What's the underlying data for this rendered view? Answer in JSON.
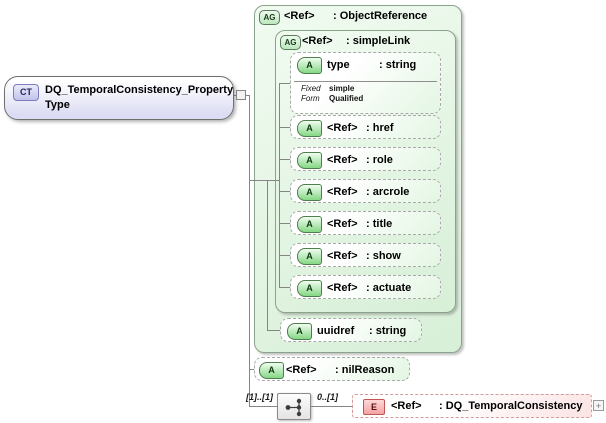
{
  "colors": {
    "ct_fill": "#dcdcf4",
    "group_fill": "#d7efd7",
    "group_border": "#8ba28b",
    "attr_badge_green": "#86d786",
    "element_fill": "#fbe3e3",
    "element_border": "#c05555",
    "line": "#858585"
  },
  "ct_box": {
    "badge": "CT",
    "title_line1": "DQ_TemporalConsistency_Property",
    "title_line2": "Type"
  },
  "object_reference": {
    "badge": "AG",
    "name": "<Ref>",
    "type": ": ObjectReference"
  },
  "simple_link": {
    "badge": "AG",
    "name": "<Ref>",
    "type": ": simpleLink"
  },
  "type_attr": {
    "badge": "A",
    "name": "type",
    "type": ": string",
    "facets": [
      {
        "label": "Fixed",
        "value": "simple"
      },
      {
        "label": "Form",
        "value": "Qualified"
      }
    ]
  },
  "link_attrs": [
    {
      "badge": "A",
      "name": "<Ref>",
      "type": ": href"
    },
    {
      "badge": "A",
      "name": "<Ref>",
      "type": ": role"
    },
    {
      "badge": "A",
      "name": "<Ref>",
      "type": ": arcrole"
    },
    {
      "badge": "A",
      "name": "<Ref>",
      "type": ": title"
    },
    {
      "badge": "A",
      "name": "<Ref>",
      "type": ": show"
    },
    {
      "badge": "A",
      "name": "<Ref>",
      "type": ": actuate"
    }
  ],
  "uuidref_attr": {
    "badge": "A",
    "name": "uuidref",
    "type": ": string"
  },
  "nilreason_attr": {
    "badge": "A",
    "name": "<Ref>",
    "type": ": nilReason"
  },
  "content": {
    "cardinality_source": "[1]..[1]",
    "cardinality_target": "0..[1]",
    "compositor": "sequence",
    "element": {
      "badge": "E",
      "name": "<Ref>",
      "type": ": DQ_TemporalConsistency"
    },
    "expand_glyph": "+"
  }
}
